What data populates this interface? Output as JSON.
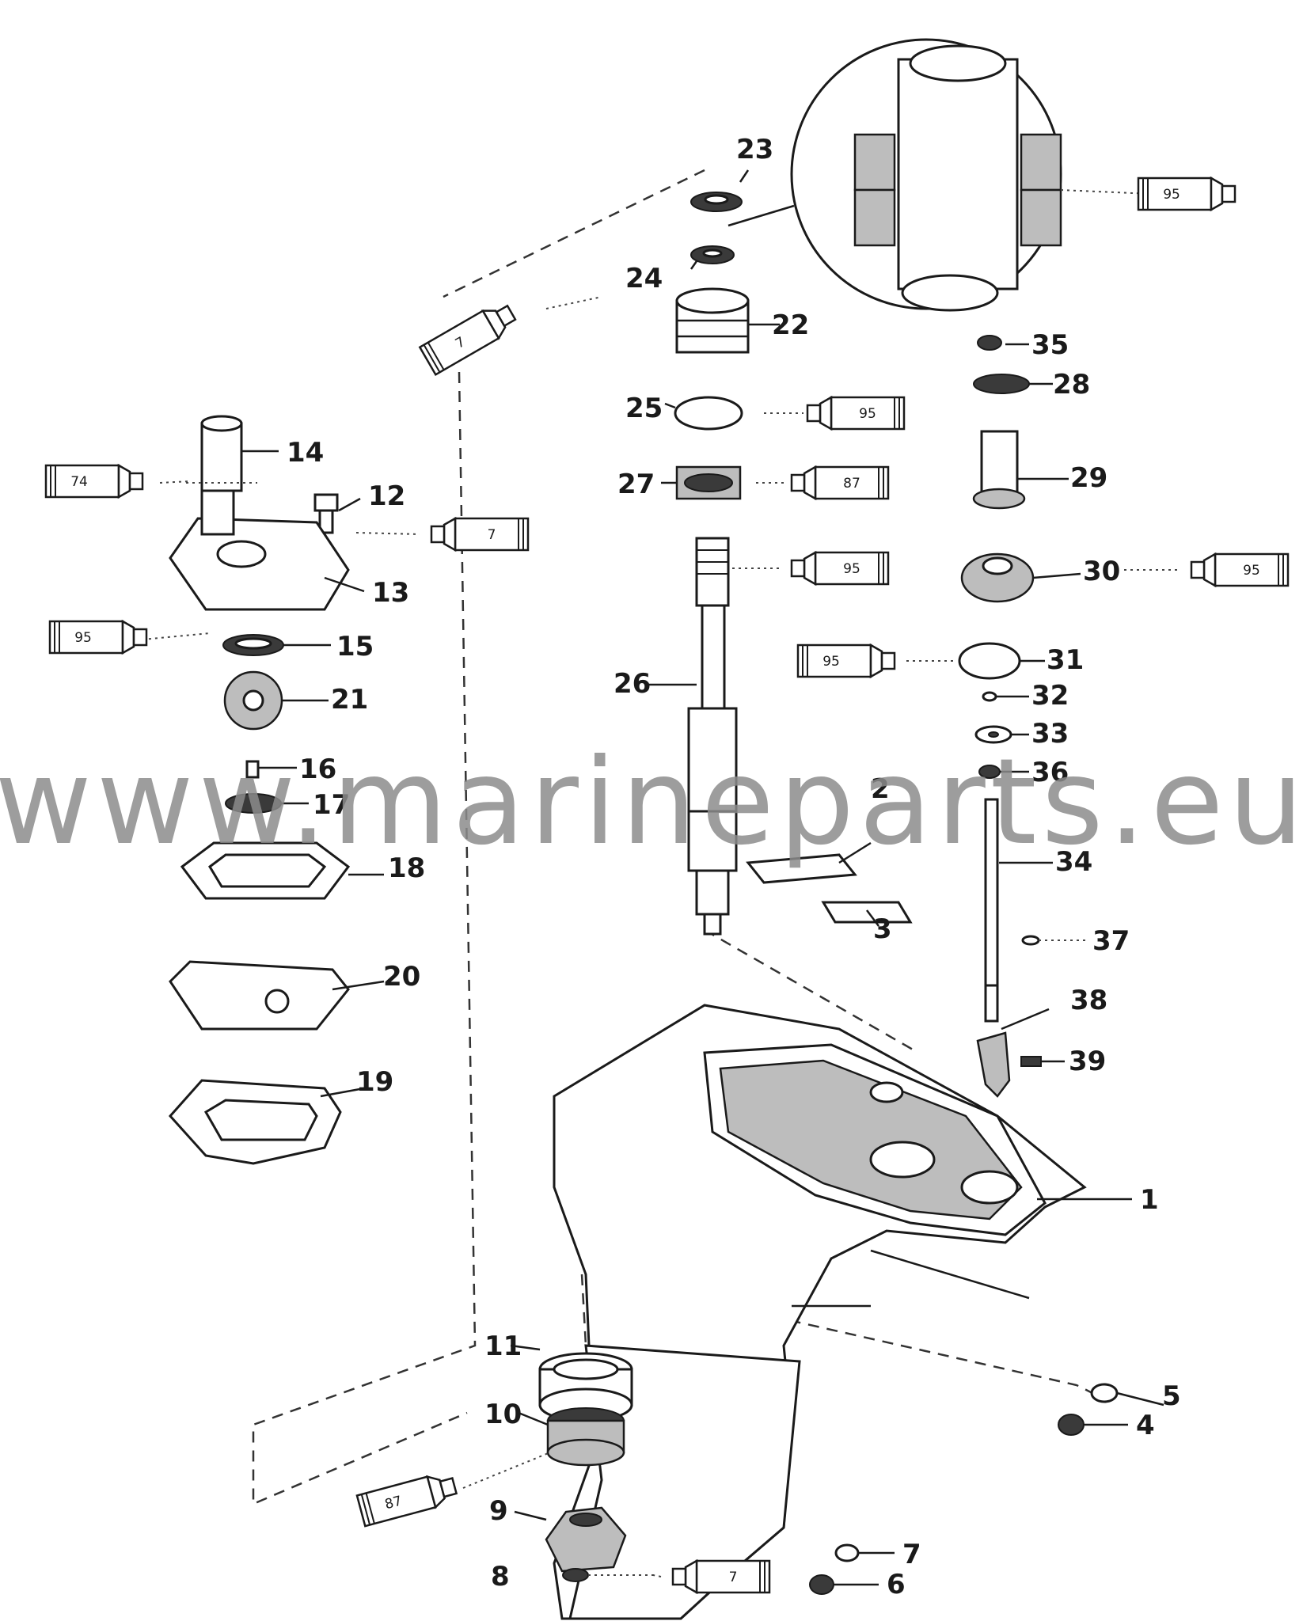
{
  "watermark": "www.marineparts.eu",
  "callouts": {
    "c1": "1",
    "c2": "2",
    "c3": "3",
    "c4": "4",
    "c5": "5",
    "c6": "6",
    "c7": "7",
    "c8": "8",
    "c9": "9",
    "c10": "10",
    "c11": "11",
    "c12": "12",
    "c13": "13",
    "c14": "14",
    "c15": "15",
    "c16": "16",
    "c17": "17",
    "c18": "18",
    "c19": "19",
    "c20": "20",
    "c21": "21",
    "c22": "22",
    "c23": "23",
    "c24": "24",
    "c25": "25",
    "c26": "26",
    "c27": "27",
    "c28": "28",
    "c29": "29",
    "c30": "30",
    "c31": "31",
    "c32": "32",
    "c33": "33",
    "c34": "34",
    "c35": "35",
    "c36": "36",
    "c37": "37",
    "c38": "38",
    "c39": "39"
  },
  "tubes": {
    "t95_top": "95",
    "t7_upper": "7",
    "t95_25": "95",
    "t74": "74",
    "t87_27": "87",
    "t7_12": "7",
    "t95_26": "95",
    "t95_30": "95",
    "t95_15": "95",
    "t95_31": "95",
    "t87_10": "87",
    "t7_8": "7"
  }
}
